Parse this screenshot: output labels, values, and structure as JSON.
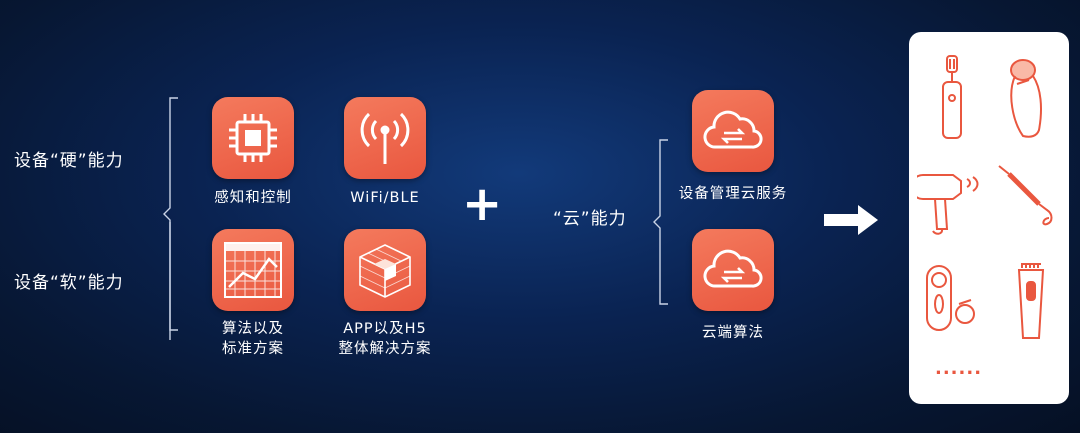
{
  "hardware_label": "设备“硬”能力",
  "software_label": "设备“软”能力",
  "cloud_label": "“云”能力",
  "items": {
    "chip": "感知和控制",
    "wifi": "WiFi/BLE",
    "algo_line1": "算法以及",
    "algo_line2": "标准方案",
    "app_line1": "APP以及H5",
    "app_line2": "整体解决方案",
    "cloud_mgmt": "设备管理云服务",
    "cloud_algo": "云端算法"
  },
  "plus_symbol": "+",
  "more_text": "......",
  "accent_color": "#e9573f",
  "icons": [
    "chip-icon",
    "wifi-antenna-icon",
    "chart-grid-icon",
    "cube-icon",
    "cloud-sync-icon",
    "cloud-sync-icon",
    "electric-toothbrush-icon",
    "shaver-icon",
    "hair-dryer-icon",
    "curling-iron-icon",
    "facial-cleanser-icon",
    "hair-clipper-icon",
    "arrow-right-icon"
  ]
}
